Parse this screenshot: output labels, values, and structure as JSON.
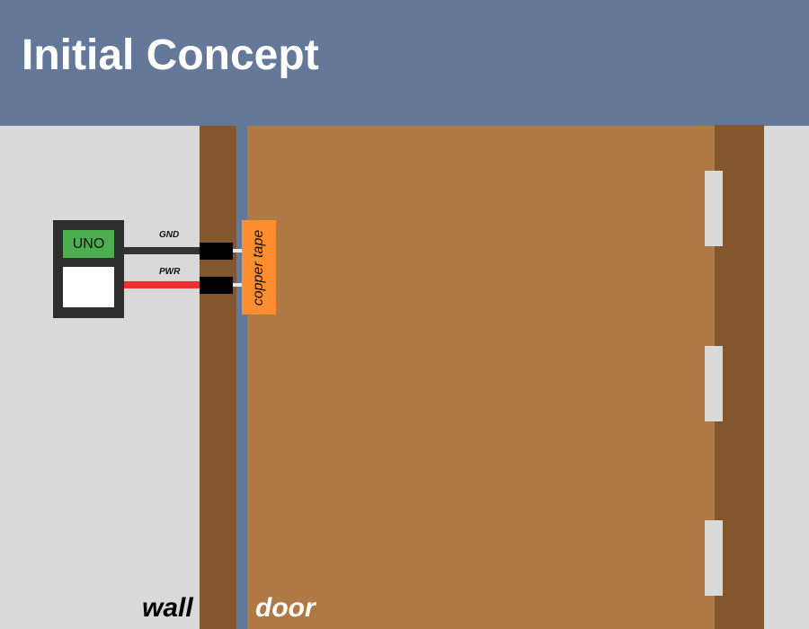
{
  "header": {
    "title": "Initial Concept"
  },
  "arduino": {
    "label": "UNO"
  },
  "wires": {
    "gnd_label": "GND",
    "pwr_label": "PWR"
  },
  "copper_tape": {
    "label": "copper tape"
  },
  "labels": {
    "wall": "wall",
    "door": "door"
  },
  "colors": {
    "header_bg": "#647899",
    "wall": "#83562d",
    "door": "#af7945",
    "copper_tape": "#fd8f31",
    "gnd_wire": "#333333",
    "pwr_wire": "#f03030",
    "uno_label": "#4caf4f"
  }
}
